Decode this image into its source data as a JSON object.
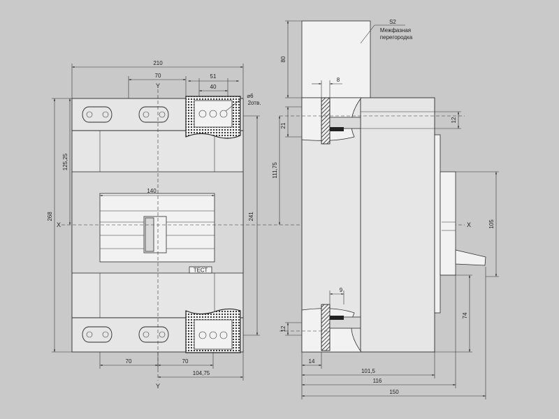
{
  "front_view": {
    "dims": {
      "overall_width": "210",
      "pole_pitch_top": "70",
      "terminal_width": "51",
      "terminal_inner": "40",
      "hole_dia": "⌀6",
      "hole_count": "2отв.",
      "overall_height": "268",
      "axis_to_top": "125,25",
      "handle_width": "140",
      "terminal_span": "241",
      "pole_pitch_bottom_1": "70",
      "pole_pitch_bottom_2": "70",
      "axis_to_terminal": "104,75"
    },
    "axis_x": "X",
    "axis_y_top": "Y",
    "axis_y_bottom": "Y",
    "button_label": "ТЕСТ"
  },
  "side_view": {
    "dims": {
      "barrier_height": "80",
      "barrier_thickness": "8",
      "terminal_top_offset": "21",
      "terminal_top_thickness": "12",
      "axis_to_terminal": "111,75",
      "handle_height": "105",
      "terminal_bottom_thickness": "9",
      "terminal_bottom_offset": "12",
      "base_to_axis": "74",
      "terminal_depth": "14",
      "depth_1": "101,5",
      "depth_2": "116",
      "depth_3": "150"
    },
    "barrier_code": "S2",
    "barrier_label_1": "Межфазная",
    "barrier_label_2": "перегородка",
    "axis_x": "X"
  }
}
